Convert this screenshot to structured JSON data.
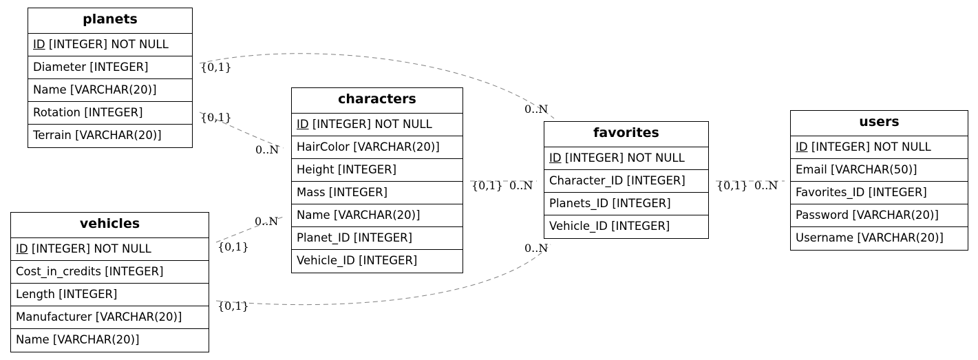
{
  "entities": {
    "planets": {
      "title": "planets",
      "attributes": [
        {
          "name": "ID",
          "type": " [INTEGER] NOT NULL",
          "key": true
        },
        {
          "name": "Diameter",
          "type": " [INTEGER]",
          "key": false
        },
        {
          "name": "Name",
          "type": " [VARCHAR(20)]",
          "key": false
        },
        {
          "name": "Rotation",
          "type": " [INTEGER]",
          "key": false
        },
        {
          "name": "Terrain",
          "type": " [VARCHAR(20)]",
          "key": false
        }
      ]
    },
    "vehicles": {
      "title": "vehicles",
      "attributes": [
        {
          "name": "ID",
          "type": " [INTEGER] NOT NULL",
          "key": true
        },
        {
          "name": "Cost_in_credits",
          "type": " [INTEGER]",
          "key": false
        },
        {
          "name": "Length",
          "type": " [INTEGER]",
          "key": false
        },
        {
          "name": "Manufacturer",
          "type": " [VARCHAR(20)]",
          "key": false
        },
        {
          "name": "Name",
          "type": " [VARCHAR(20)]",
          "key": false
        }
      ]
    },
    "characters": {
      "title": "characters",
      "attributes": [
        {
          "name": "ID",
          "type": " [INTEGER] NOT NULL",
          "key": true
        },
        {
          "name": "HairColor",
          "type": " [VARCHAR(20)]",
          "key": false
        },
        {
          "name": "Height",
          "type": " [INTEGER]",
          "key": false
        },
        {
          "name": "Mass",
          "type": " [INTEGER]",
          "key": false
        },
        {
          "name": "Name",
          "type": " [VARCHAR(20)]",
          "key": false
        },
        {
          "name": "Planet_ID",
          "type": " [INTEGER]",
          "key": false
        },
        {
          "name": "Vehicle_ID",
          "type": " [INTEGER]",
          "key": false
        }
      ]
    },
    "favorites": {
      "title": "favorites",
      "attributes": [
        {
          "name": "ID",
          "type": " [INTEGER] NOT NULL",
          "key": true
        },
        {
          "name": "Character_ID",
          "type": " [INTEGER]",
          "key": false
        },
        {
          "name": "Planets_ID",
          "type": " [INTEGER]",
          "key": false
        },
        {
          "name": "Vehicle_ID",
          "type": " [INTEGER]",
          "key": false
        }
      ]
    },
    "users": {
      "title": "users",
      "attributes": [
        {
          "name": "ID",
          "type": " [INTEGER] NOT NULL",
          "key": true
        },
        {
          "name": "Email",
          "type": " [VARCHAR(50)]",
          "key": false
        },
        {
          "name": "Favorites_ID",
          "type": " [INTEGER]",
          "key": false
        },
        {
          "name": "Password",
          "type": " [VARCHAR(20)]",
          "key": false
        },
        {
          "name": "Username",
          "type": " [VARCHAR(20)]",
          "key": false
        }
      ]
    }
  },
  "relationships": [
    {
      "id": "planets-favorites",
      "from": "planets",
      "to": "favorites",
      "from_card": "{0,1}",
      "to_card": "0..N"
    },
    {
      "id": "planets-characters",
      "from": "planets",
      "to": "characters",
      "from_card": "{0,1}",
      "to_card": "0..N"
    },
    {
      "id": "vehicles-characters",
      "from": "vehicles",
      "to": "characters",
      "from_card": "{0,1}",
      "to_card": "0..N"
    },
    {
      "id": "vehicles-favorites",
      "from": "vehicles",
      "to": "favorites",
      "from_card": "{0,1}",
      "to_card": "0..N"
    },
    {
      "id": "characters-favorites",
      "from": "characters",
      "to": "favorites",
      "from_card": "{0,1}",
      "to_card": "0..N"
    },
    {
      "id": "favorites-users",
      "from": "favorites",
      "to": "users",
      "from_card": "{0,1}",
      "to_card": "0..N"
    }
  ],
  "colors": {
    "edge": "#808080",
    "border": "#000000",
    "background": "#ffffff"
  }
}
